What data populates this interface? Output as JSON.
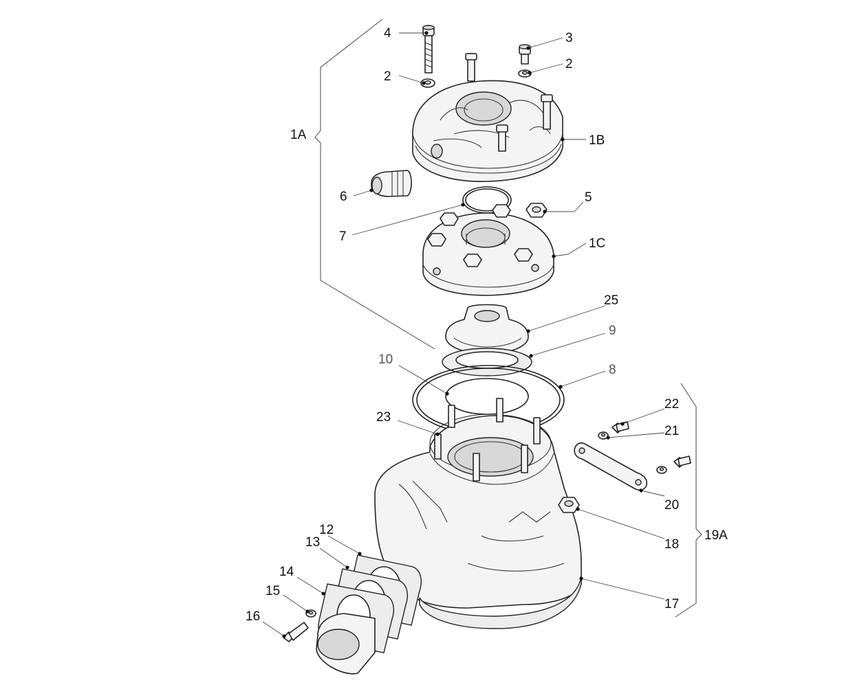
{
  "labels": {
    "l1A": "1A",
    "l1B": "1B",
    "l1C": "1C",
    "l2a": "2",
    "l2b": "2",
    "l3": "3",
    "l4": "4",
    "l5": "5",
    "l6": "6",
    "l7": "7",
    "l8": "8",
    "l9": "9",
    "l10": "10",
    "l12": "12",
    "l13": "13",
    "l14": "14",
    "l15": "15",
    "l16": "16",
    "l17": "17",
    "l18": "18",
    "l19A": "19A",
    "l20": "20",
    "l21": "21",
    "l22": "22",
    "l23": "23",
    "l25": "25"
  }
}
